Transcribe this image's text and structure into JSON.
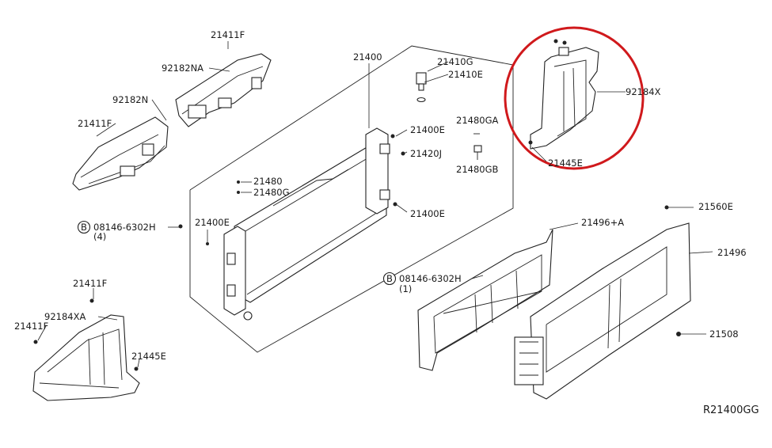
{
  "colors": {
    "ink": "#222222",
    "highlight_circle": "#d0191c",
    "background": "#ffffff"
  },
  "labels": {
    "p21411f_top": "21411F",
    "p92182na": "92182NA",
    "p92182n": "92182N",
    "p21411f_left": "21411F",
    "p21400": "21400",
    "p21410g": "21410G",
    "p21410e": "21410E",
    "p21480ga": "21480GA",
    "p21400e_a": "21400E",
    "p21420j": "21420J",
    "p21480gb": "21480GB",
    "p92184x": "92184X",
    "p21445e_top": "21445E",
    "p21480": "21480",
    "p21480g": "21480G",
    "b_mark_1": "B",
    "bolt_1": "08146-6302H",
    "bolt_1_qty": "(4)",
    "p21400e_b": "21400E",
    "p21400e_c": "21400E",
    "p21560e": "21560E",
    "p21496a": "21496+A",
    "p21496": "21496",
    "b_mark_2": "B",
    "bolt_2": "08146-6302H",
    "bolt_2_qty": "(1)",
    "p21411f_lower_a": "21411F",
    "p92184xa": "92184XA",
    "p21411f_lower_b": "21411F",
    "p21445e_lower": "21445E",
    "p21508": "21508",
    "diagram_ref": "R21400GG"
  },
  "icons": [
    "bolt-icon",
    "clip-icon",
    "nut-icon",
    "circled-b-icon"
  ]
}
